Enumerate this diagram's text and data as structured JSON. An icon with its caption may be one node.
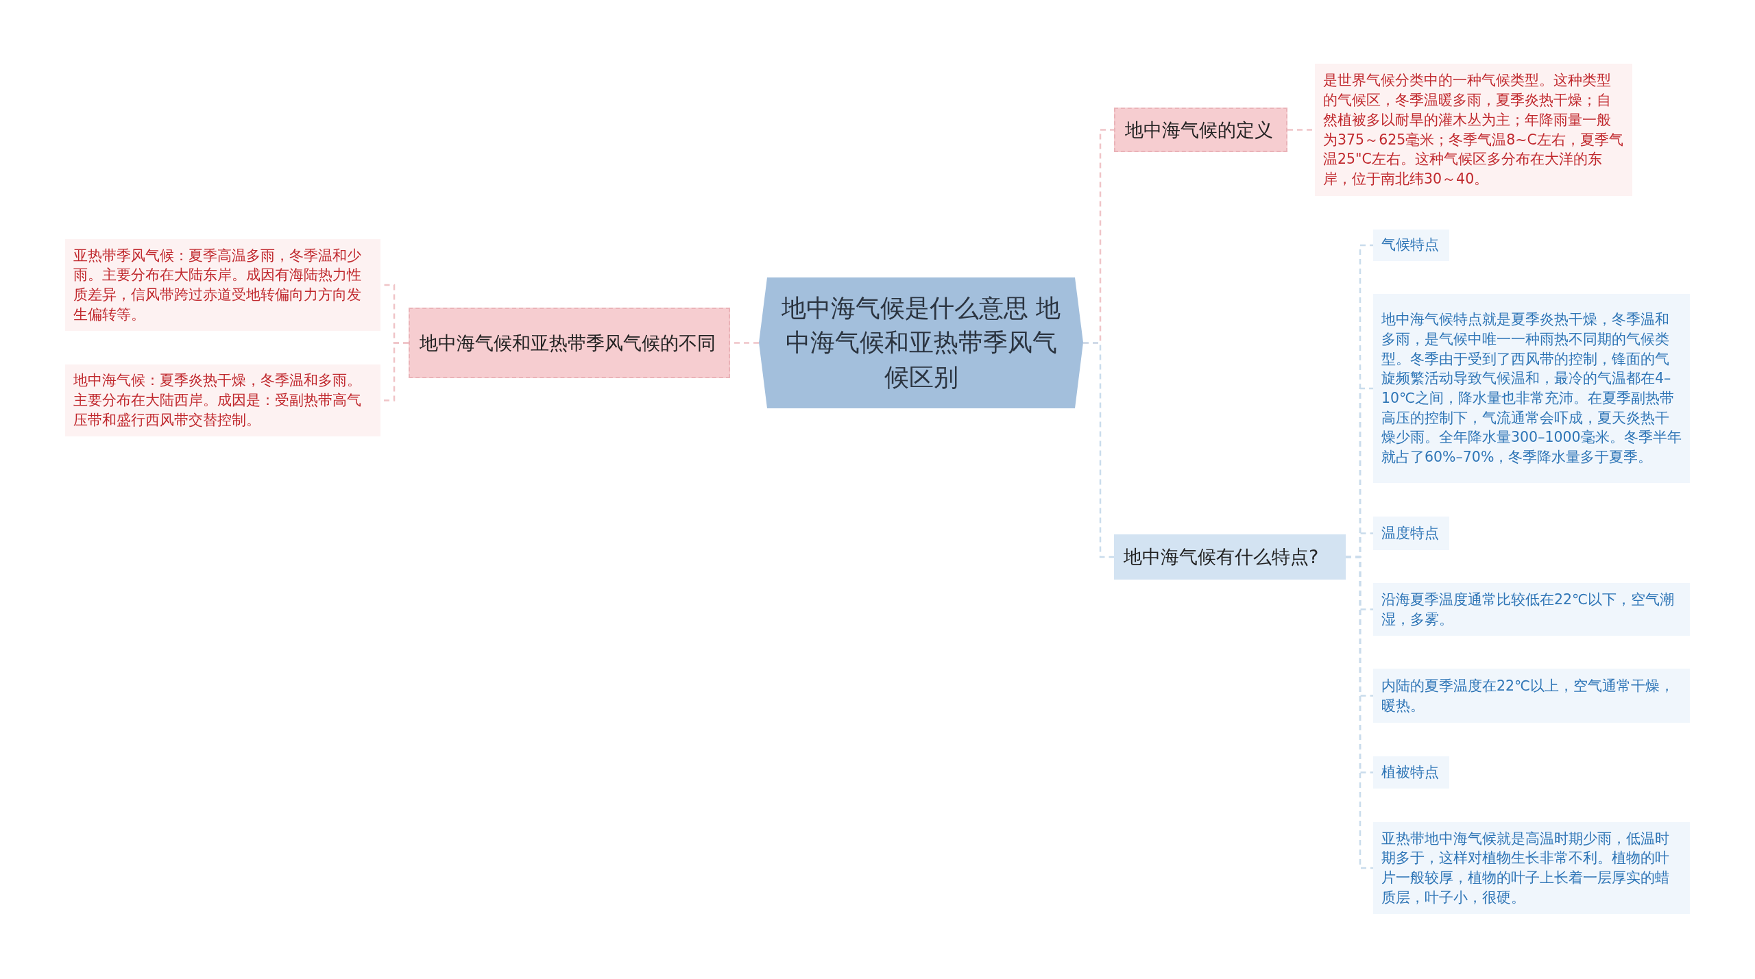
{
  "diagram": {
    "nodes": [
      {
        "text": [
          "地中海气候是什么意思 地中海气候和亚热带季风气候区别"
        ]
      },
      {
        "text": [
          "地中海气候的定义"
        ]
      },
      {
        "text": [
          "是世界气候分类中的一种气候类型。这种类型的气候区，冬季温暖多雨，夏季炎热干燥；自然植被多以耐旱的灌木丛为主；年降雨量一般为375～625毫米；冬季气温8~C左右，夏季气温25\"C左右。这种气候区多分布在大洋的东岸，位于南北纬30～40。"
        ]
      },
      {
        "text": [
          "地中海气候有什么特点?"
        ]
      },
      {
        "text": [
          "气候特点"
        ]
      },
      {
        "text": [
          "地中海气候特点就是夏季炎热干燥，冬季温和多雨，是气候中唯一一种雨热不同期的气候类型。冬季由于受到了西风带的控制，锋面的气旋频繁活动导致气候温和，最冷的气温都在4–10℃之间，降水量也非常充沛。在夏季副热带高压的控制下，气流通常会吓成，夏天炎热干燥少雨。全年降水量300–1000毫米。冬季半年就占了60%–70%，冬季降水量多于夏季。"
        ]
      },
      {
        "text": [
          "温度特点"
        ]
      },
      {
        "text": [
          "沿海夏季温度通常比较低在22℃以下，空气潮湿，多雾。"
        ]
      },
      {
        "text": [
          "内陆的夏季温度在22℃以上，空气通常干燥，暖热。"
        ]
      },
      {
        "text": [
          "植被特点"
        ]
      },
      {
        "text": [
          "亚热带地中海气候就是高温时期少雨，低温时期多于，这样对植物生长非常不利。植物的叶片一般较厚，植物的叶子上长着一层厚实的蜡质层，叶子小，很硬。"
        ]
      },
      {
        "text": [
          "地中海气候和亚热带季风气候的不同"
        ]
      },
      {
        "text": [
          "亚热带季风气候：夏季高温多雨，冬季温和少雨。主要分布在大陆东岸。成因有海陆热力性质差异，信风带跨过赤道受地转偏向力方向发生偏转等。"
        ]
      },
      {
        "text": [
          "地中海气候：夏季炎热干燥，冬季温和多雨。主要分布在大陆西岸。成因是：受副热带高气压带和盛行西风带交替控制。"
        ]
      }
    ],
    "edges": [
      {
        "from": 0,
        "to": 1,
        "arrow": "none",
        "color": "#f0c4c7"
      },
      {
        "from": 1,
        "to": 2,
        "arrow": "none",
        "color": "#f0c4c7"
      },
      {
        "from": 0,
        "to": 3,
        "arrow": "none"
      },
      {
        "from": 3,
        "to": 4,
        "arrow": "none"
      },
      {
        "from": 3,
        "to": 5,
        "arrow": "none"
      },
      {
        "from": 3,
        "to": 6,
        "arrow": "none"
      },
      {
        "from": 3,
        "to": 7,
        "arrow": "none"
      },
      {
        "from": 3,
        "to": 8,
        "arrow": "none"
      },
      {
        "from": 3,
        "to": 9,
        "arrow": "none"
      },
      {
        "from": 3,
        "to": 10,
        "arrow": "none"
      },
      {
        "from": 0,
        "to": 11,
        "arrow": "none",
        "color": "#f0c4c7"
      },
      {
        "from": 11,
        "to": 12,
        "arrow": "none",
        "color": "#f0c4c7"
      },
      {
        "from": 11,
        "to": 13,
        "arrow": "none",
        "color": "#f0c4c7"
      }
    ]
  }
}
